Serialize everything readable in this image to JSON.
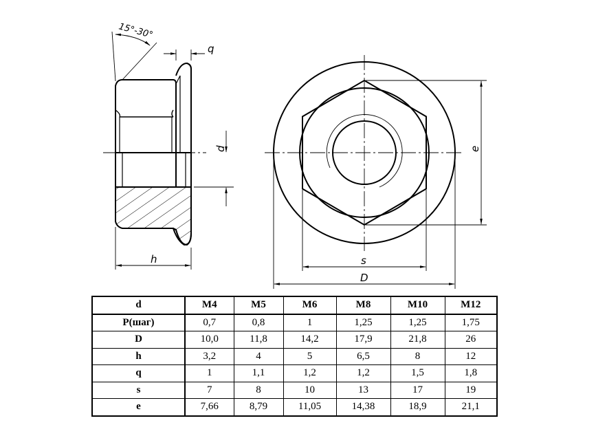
{
  "drawing": {
    "angle_label": "15°-30°",
    "dim_labels": {
      "q": "q",
      "d": "d",
      "h": "h",
      "e": "e",
      "s": "s",
      "D": "D"
    }
  },
  "table": {
    "header": [
      "d",
      "M4",
      "M5",
      "M6",
      "M8",
      "M10",
      "M12"
    ],
    "rows": [
      {
        "label": "P(шаг)",
        "values": [
          "0,7",
          "0,8",
          "1",
          "1,25",
          "1,25",
          "1,75"
        ]
      },
      {
        "label": "D",
        "values": [
          "10,0",
          "11,8",
          "14,2",
          "17,9",
          "21,8",
          "26"
        ]
      },
      {
        "label": "h",
        "values": [
          "3,2",
          "4",
          "5",
          "6,5",
          "8",
          "12"
        ]
      },
      {
        "label": "q",
        "values": [
          "1",
          "1,1",
          "1,2",
          "1,2",
          "1,5",
          "1,8"
        ]
      },
      {
        "label": "s",
        "values": [
          "7",
          "8",
          "10",
          "13",
          "17",
          "19"
        ]
      },
      {
        "label": "e",
        "values": [
          "7,66",
          "8,79",
          "11,05",
          "14,38",
          "18,9",
          "21,1"
        ]
      }
    ]
  }
}
